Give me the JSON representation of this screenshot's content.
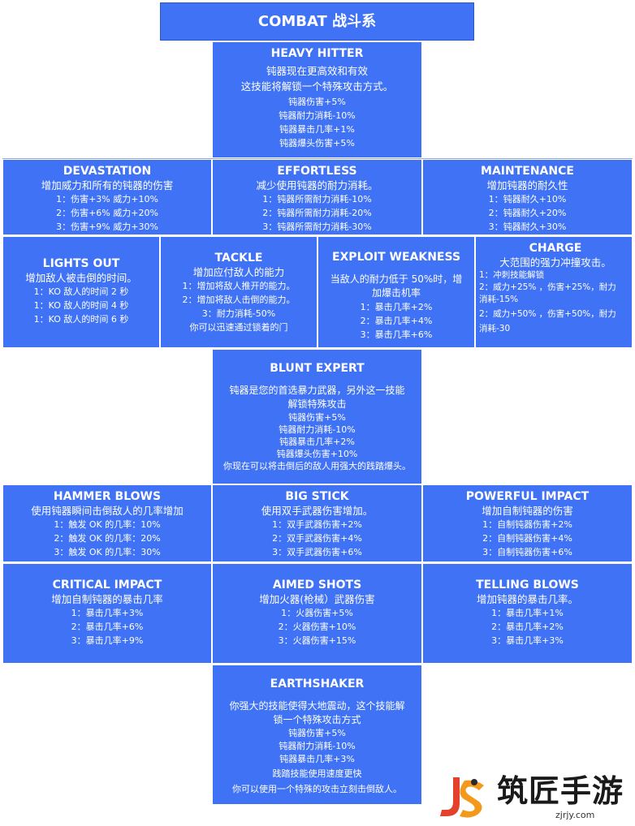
{
  "header": {
    "title": "COMBAT 战斗系"
  },
  "skills": {
    "heavy_hitter": {
      "name": "HEAVY HITTER",
      "desc": [
        "钝器现在更高效和有效",
        "这技能将解锁一个特殊攻击方式。"
      ],
      "lines": [
        "钝器伤害+5%",
        "钝器耐力消耗-10%",
        "钝器暴击几率+1%",
        "钝器爆头伤害+5%"
      ]
    },
    "devastation": {
      "name": "DEVASTATION",
      "desc": [
        "增加威力和所有的钝器的伤害"
      ],
      "lines": [
        "1：伤害+3%  威力+10%",
        "2：伤害+6%  威力+20%",
        "3：伤害+9%  威力+30%"
      ]
    },
    "effortless": {
      "name": "EFFORTLESS",
      "desc": [
        "减少使用钝器的耐力消耗。"
      ],
      "lines": [
        "1：钝器所需耐力消耗-10%",
        "2：钝器所需耐力消耗-20%",
        "3：钝器所需耐力消耗-30%"
      ]
    },
    "maintenance": {
      "name": "MAINTENANCE",
      "desc": [
        "增加钝器的耐久性"
      ],
      "lines": [
        "1：钝器耐久+10%",
        "2：钝器耐久+20%",
        "3：钝器耐久+30%"
      ]
    },
    "lights_out": {
      "name": "LIGHTS OUT",
      "desc": [
        "增加敌人被击倒的时间。"
      ],
      "lines": [
        "1：KO 敌人的时间 2 秒",
        "1：KO 敌人的时间 4 秒",
        "1：KO 敌人的时间 6 秒"
      ]
    },
    "tackle": {
      "name": "TACKLE",
      "desc": [
        "增加应付敌人的能力"
      ],
      "lines": [
        "1：增加将敌人推开的能力。",
        "2：增加将敌人击倒的能力。",
        "3：耐力消耗-50%",
        "你可以迅速通过锁着的门"
      ]
    },
    "exploit_weakness": {
      "name": "EXPLOIT WEAKNESS",
      "desc": [
        "当敌人的耐力低于 50%时，增",
        "加爆击机率"
      ],
      "lines": [
        "1：暴击几率+2%",
        "2：暴击几率+4%",
        "3：暴击几率+6%"
      ]
    },
    "charge": {
      "name": "CHARGE",
      "desc": [
        "大范围的强力冲撞攻击。"
      ],
      "lines": [
        "1：冲刺技能解锁",
        "2：威力+25% ，伤害+25%，耐力",
        "消耗-15%",
        "2：威力+50% ，伤害+50%，耐力",
        "消耗-30"
      ]
    },
    "blunt_expert": {
      "name": "BLUNT EXPERT",
      "desc": [
        "钝器是您的首选暴力武器，另外这一技能",
        "解锁特殊攻击"
      ],
      "lines": [
        "钝器伤害+5%",
        "钝器耐力消耗-10%",
        "钝器暴击几率+2%",
        "钝器爆头伤害+10%",
        "你现在可以将击倒后的敌人用强大的践踏爆头。"
      ]
    },
    "hammer_blows": {
      "name": "HAMMER BLOWS",
      "desc": [
        "使用钝器瞬间击倒敌人的几率增加"
      ],
      "lines": [
        "1：触发 OK 的几率：10%",
        "2：触发 OK 的几率：20%",
        "3：触发 OK 的几率：30%"
      ]
    },
    "big_stick": {
      "name": "BIG STICK",
      "desc": [
        "使用双手武器伤害增加。"
      ],
      "lines": [
        "1：双手武器伤害+2%",
        "2：双手武器伤害+4%",
        "3：双手武器伤害+6%"
      ]
    },
    "powerful_impact": {
      "name": "POWERFUL IMPACT",
      "desc": [
        "增加自制钝器的伤害"
      ],
      "lines": [
        "1：自制钝器伤害+2%",
        "2：自制钝器伤害+4%",
        "3：自制钝器伤害+6%"
      ]
    },
    "critical_impact": {
      "name": "CRITICAL IMPACT",
      "desc": [
        "增加自制钝器的暴击几率"
      ],
      "lines": [
        "1：暴击几率+3%",
        "2：暴击几率+6%",
        "3：暴击几率+9%"
      ]
    },
    "aimed_shots": {
      "name": "AIMED SHOTS",
      "desc": [
        "增加火器(枪械）武器伤害"
      ],
      "lines": [
        "1：火器伤害+5%",
        "2：火器伤害+10%",
        "3：火器伤害+15%"
      ]
    },
    "telling_blows": {
      "name": "TELLING BLOWS",
      "desc": [
        "增加钝器的暴击几率。"
      ],
      "lines": [
        "1：暴击几率+1%",
        "2：暴击几率+2%",
        "3：暴击几率+3%"
      ]
    },
    "earthshaker": {
      "name": "EARTHSHAKER",
      "desc": [
        "你强大的技能使得大地震动，这个技能解",
        "锁一个特殊攻击方式"
      ],
      "lines": [
        "钝器伤害+5%",
        "钝器耐力消耗-10%",
        "钝器暴击几率+3%",
        "践踏技能使用速度更快",
        "你可以使用一个特殊的攻击立刻击倒敌人。"
      ]
    }
  },
  "watermark": {
    "name": "筑匠手游",
    "url": "zjrjy.com"
  },
  "colors": {
    "box": "#3f72f5",
    "text": "#ffffff"
  }
}
